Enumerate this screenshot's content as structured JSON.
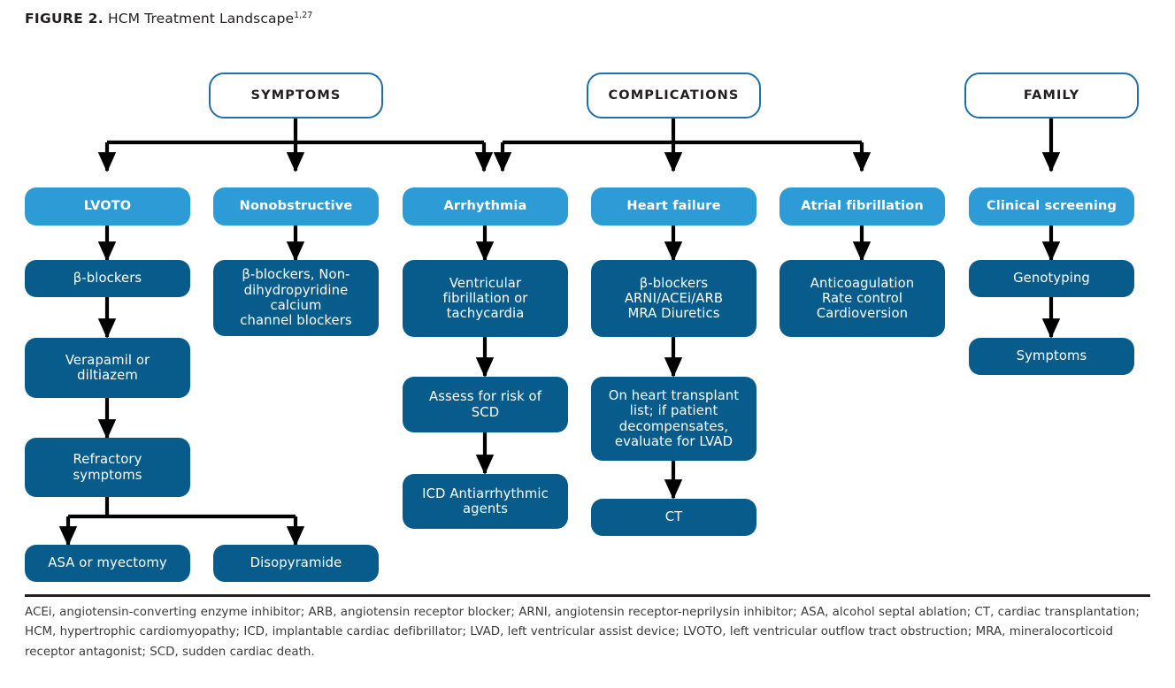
{
  "figure": {
    "label": "FIGURE 2.",
    "title": " HCM Treatment Landscape",
    "superscript": "1,27"
  },
  "colors": {
    "root_border": "#1f6fa8",
    "root_fill": "#ffffff",
    "category_fill": "#2d9bd6",
    "treatment_fill": "#085c8b",
    "connector": "#000000",
    "text_light": "#ffffff",
    "text_dark": "#231f20"
  },
  "roots": [
    {
      "id": "symptoms",
      "label": "SYMPTOMS"
    },
    {
      "id": "complications",
      "label": "COMPLICATIONS"
    },
    {
      "id": "family",
      "label": "FAMILY"
    }
  ],
  "categories": [
    {
      "id": "lvoto",
      "label": "LVOTO",
      "parent": "SYMPTOMS"
    },
    {
      "id": "nonobstructive",
      "label": "Nonobstructive",
      "parent": "SYMPTOMS"
    },
    {
      "id": "arrhythmia",
      "label": "Arrhythmia",
      "parent": "SYMPTOMS, COMPLICATIONS"
    },
    {
      "id": "heart-failure",
      "label": "Heart failure",
      "parent": "COMPLICATIONS"
    },
    {
      "id": "atrial-fibrillation",
      "label": "Atrial fibrillation",
      "parent": "COMPLICATIONS"
    },
    {
      "id": "clinical-screening",
      "label": "Clinical screening",
      "parent": "FAMILY"
    }
  ],
  "treatments": {
    "lvoto": [
      {
        "id": "beta-blockers",
        "label": "β-blockers"
      },
      {
        "id": "verapamil-diltiazem",
        "label": "Verapamil or\ndiltiazem"
      },
      {
        "id": "refractory-symptoms",
        "label": "Refractory\nsymptoms"
      },
      {
        "id": "asa-myectomy",
        "label": "ASA or myectomy"
      }
    ],
    "nonobstructive": [
      {
        "id": "ccb",
        "label": "β-blockers, Non-\ndihydropyridine\ncalcium\nchannel blockers"
      },
      {
        "id": "disopyramide",
        "label": "Disopyramide"
      }
    ],
    "arrhythmia": [
      {
        "id": "vf-vt",
        "label": "Ventricular\nfibrillation or\ntachycardia"
      },
      {
        "id": "assess-scd",
        "label": "Assess for risk of\nSCD"
      },
      {
        "id": "icd-antiarrhythmic",
        "label": "ICD Antiarrhythmic\nagents"
      }
    ],
    "heart-failure": [
      {
        "id": "hf-meds",
        "label": "β-blockers\nARNI/ACEi/ARB\nMRA Diuretics"
      },
      {
        "id": "transplant-lvad",
        "label": "On heart transplant\nlist; if patient\ndecompensates,\nevaluate for LVAD"
      },
      {
        "id": "ct",
        "label": "CT"
      }
    ],
    "atrial-fibrillation": [
      {
        "id": "af-management",
        "label": "Anticoagulation\nRate control\nCardioversion"
      }
    ],
    "clinical-screening": [
      {
        "id": "genotyping",
        "label": "Genotyping"
      },
      {
        "id": "symptoms-outcome",
        "label": "Symptoms"
      }
    ]
  },
  "footnote": {
    "text": "ACEi, angiotensin-converting enzyme inhibitor; ARB, angiotensin receptor blocker; ARNI, angiotensin receptor-neprilysin inhibitor; ASA, alcohol septal ablation; CT, cardiac transplantation; HCM, hypertrophic cardiomyopathy; ICD, implantable cardiac defibrillator; LVAD, left ventricular assist device; LVOTO, left ventricular outflow tract obstruction; MRA, mineralocorticoid receptor antagonist; SCD, sudden cardiac death."
  }
}
